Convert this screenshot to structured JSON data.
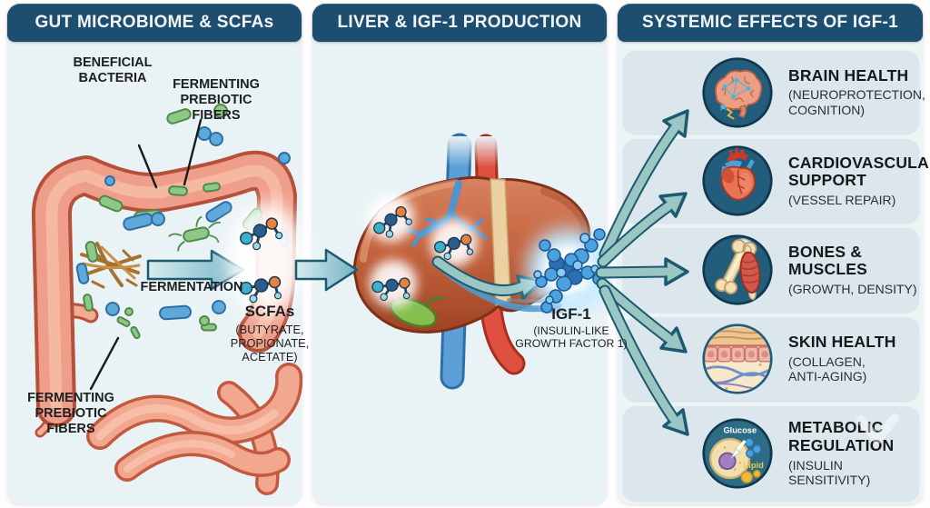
{
  "colors": {
    "header_bg": "#1d4e70",
    "panel_bg": "#e9f2f5",
    "card_bg": "#dbe7ec",
    "arrow_fill": "#9ac6c3",
    "arrow_outline": "#1d5a70",
    "intestine": "#ef9e8a",
    "liver": "#c2613c",
    "igf1_molecule": "#4aa2e0",
    "bacteria_green": "#8fc785",
    "bacteria_blue": "#5fa9da"
  },
  "panels": {
    "gut": {
      "title": "GUT MICROBIOME & SCFAs",
      "labels": {
        "beneficial_bacteria": "BENEFICIAL\nBACTERIA",
        "fermenting_fibers_top": "FERMENTING\nPREBIOTIC\nFIBERS",
        "fermentation": "FERMENTATION",
        "scfas_title": "SCFAs",
        "scfas_sub": "(BUTYRATE,\nPROPIONATE,\nACETATE)",
        "fermenting_fibers_bottom": "FERMENTING\nPREBIOTIC\nFIBERS"
      }
    },
    "liver": {
      "title": "LIVER & IGF-1 PRODUCTION",
      "labels": {
        "igf1_title": "IGF-1",
        "igf1_sub": "(INSULIN-LIKE\nGROWTH FACTOR 1)"
      }
    },
    "effects": {
      "title": "SYSTEMIC EFFECTS OF IGF-1",
      "cards": [
        {
          "icon": "brain-icon",
          "title": "BRAIN HEALTH",
          "subtitle": "(NEUROPROTECTION,\nCOGNITION)"
        },
        {
          "icon": "heart-icon",
          "title": "CARDIOVASCULAR\nSUPPORT",
          "subtitle": "(VESSEL REPAIR)"
        },
        {
          "icon": "bone-muscle-icon",
          "title": "BONES &\nMUSCLES",
          "subtitle": "(GROWTH, DENSITY)"
        },
        {
          "icon": "skin-icon",
          "title": "SKIN HEALTH",
          "subtitle": "(COLLAGEN,\nANTI-AGING)"
        },
        {
          "icon": "metabolic-icon",
          "title": "METABOLIC\nREGULATION",
          "subtitle": "(INSULIN SENSITIVITY)"
        }
      ],
      "icon_labels": {
        "glucose": "Glucose",
        "lipid": "Lipid"
      }
    }
  }
}
